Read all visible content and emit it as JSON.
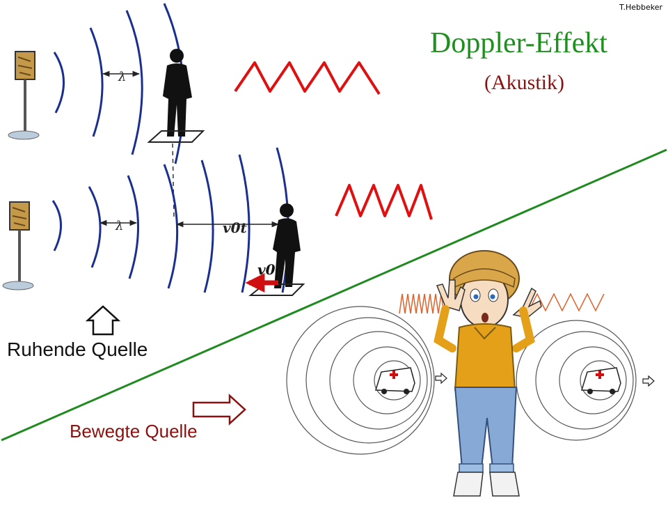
{
  "author": "T.Hebbeker",
  "title": "Doppler-Effekt",
  "subtitle": "(Akustik)",
  "labels": {
    "stationary_source": "Ruhende Quelle",
    "moving_source": "Bewegte Quelle",
    "wavelength_top": "λ",
    "wavelength_bottom": "λ",
    "observer_distance": "v0t",
    "observer_velocity": "v0"
  },
  "colors": {
    "title": "#1f8f1f",
    "subtitle": "#8b1010",
    "wavefronts": "#1a2f8f",
    "signal_wave": "#e01010",
    "divider": "#1f8a1f",
    "arrow_red": "#8b1010",
    "ambulance_cross": "#d01010"
  },
  "icons": {
    "loudspeaker_top": "loudspeaker-icon",
    "loudspeaker_bottom": "loudspeaker-icon",
    "observer_top": "standing-person-icon",
    "observer_bottom": "walking-person-icon",
    "ambulance_left": "ambulance-icon",
    "ambulance_right": "ambulance-icon",
    "listener": "child-covering-ears-icon"
  }
}
